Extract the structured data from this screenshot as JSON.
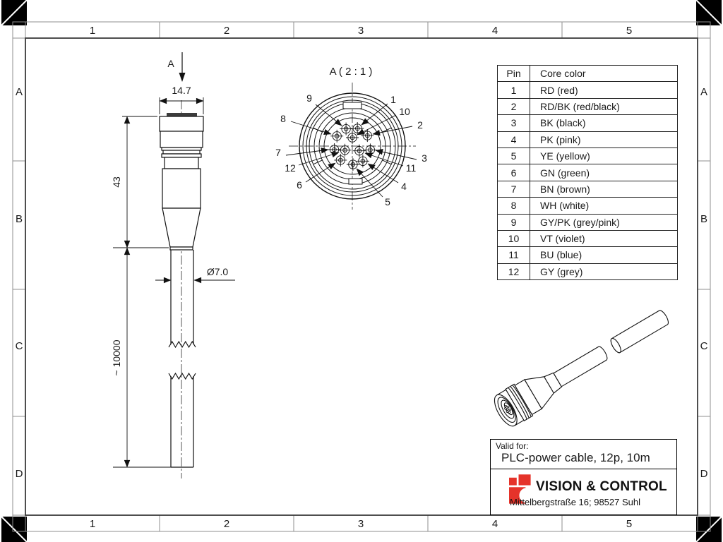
{
  "frame": {
    "columns": [
      "1",
      "2",
      "3",
      "4",
      "5"
    ],
    "rows": [
      "A",
      "B",
      "C",
      "D"
    ]
  },
  "side_view": {
    "section_label": "A",
    "width_dim": "14.7",
    "connector_length_dim": "43",
    "cable_diameter_dim": "Ø7.0",
    "cable_length_dim": "~ 10000"
  },
  "detail_view": {
    "title": "A ( 2 : 1 )",
    "pin_labels": [
      "1",
      "2",
      "3",
      "4",
      "5",
      "6",
      "7",
      "8",
      "9",
      "10",
      "11",
      "12"
    ]
  },
  "pin_table": {
    "header_pin": "Pin",
    "header_color": "Core color",
    "rows": [
      {
        "pin": "1",
        "color": "RD (red)"
      },
      {
        "pin": "2",
        "color": "RD/BK (red/black)"
      },
      {
        "pin": "3",
        "color": "BK (black)"
      },
      {
        "pin": "4",
        "color": "PK (pink)"
      },
      {
        "pin": "5",
        "color": "YE (yellow)"
      },
      {
        "pin": "6",
        "color": "GN (green)"
      },
      {
        "pin": "7",
        "color": "BN (brown)"
      },
      {
        "pin": "8",
        "color": "WH (white)"
      },
      {
        "pin": "9",
        "color": "GY/PK (grey/pink)"
      },
      {
        "pin": "10",
        "color": "VT (violet)"
      },
      {
        "pin": "11",
        "color": "BU (blue)"
      },
      {
        "pin": "12",
        "color": "GY (grey)"
      }
    ]
  },
  "title_block": {
    "valid_for_label": "Valid for:",
    "product": "PLC-power cable, 12p, 10m",
    "company": "VISION & CONTROL",
    "address": "Mittelbergstraße 16; 98527 Suhl"
  },
  "colors": {
    "logo_red": "#e5332a",
    "line": "#111111"
  }
}
